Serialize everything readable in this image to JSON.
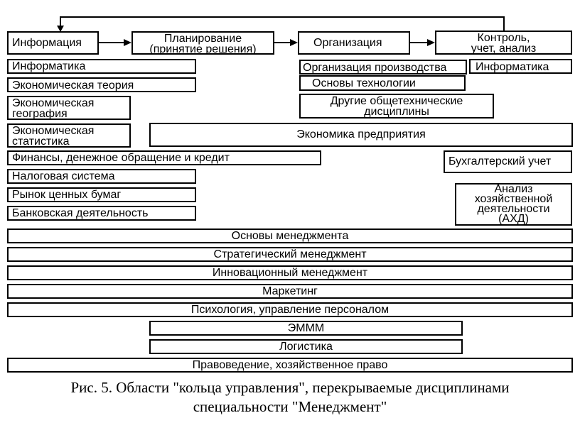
{
  "cycle": {
    "information": "Информация",
    "planning": [
      "Планирование",
      "(принятие  решения)"
    ],
    "organization": "Организация",
    "control": [
      "Контроль,",
      "учет, анализ"
    ]
  },
  "information_disciplines": {
    "informatics": "Информатика",
    "econ_theory": "Экономическая  теория",
    "econ_geo": [
      "Экономическая",
      "география"
    ],
    "econ_stat": [
      "Экономическая",
      "статистика"
    ],
    "finance": "Финансы, денежное обращение и кредит",
    "tax": "Налоговая система",
    "securities": "Рынок ценных бумаг",
    "banking": "Банковская деятельность"
  },
  "organization_disciplines": {
    "production": "Организация производства",
    "technology": "Основы  технологии",
    "general_tech": [
      "Другие  общетехнические",
      "дисциплины"
    ]
  },
  "control_disciplines": {
    "informatics": "Информатика",
    "accounting": "Бухгалтерский учет",
    "analysis": [
      "Анализ",
      "хозяйственной",
      "деятельности",
      "(АХД)"
    ]
  },
  "enterprise_economics": "Экономика  предприятия",
  "cross_disciplines": {
    "management_basics": "Основы  менеджмента",
    "strategic": "Стратегический менеджмент",
    "innovation": "Инновационный менеджмент",
    "marketing": "Маркетинг",
    "psychology": "Психология,  управление персоналом",
    "emmm": "ЭМММ",
    "logistics": "Логистика",
    "law": "Правоведение,  хозяйственное  право"
  },
  "caption": [
    "Рис. 5. Области \"кольца управления\", перекрываемые дисциплинами",
    "специальности \"Менеджмент\""
  ]
}
